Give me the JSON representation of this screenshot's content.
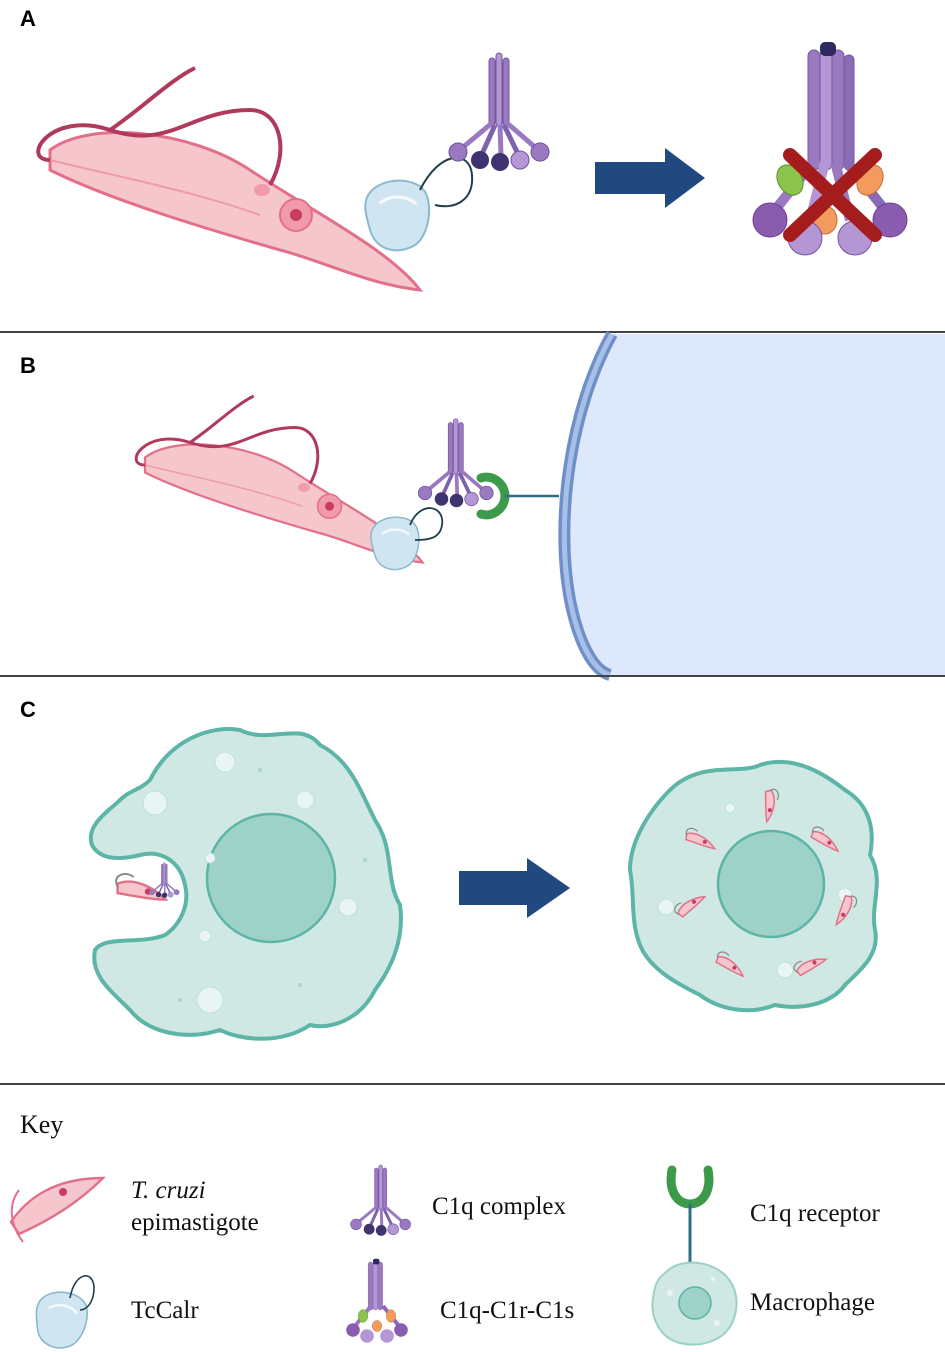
{
  "panels": {
    "a": {
      "letter": "A"
    },
    "b": {
      "letter": "B"
    },
    "c": {
      "letter": "C"
    }
  },
  "key": {
    "title": "Key",
    "items": [
      {
        "label_line1": "T. cruzi",
        "label_line2": "epimastigote",
        "icon": "trypanosome-icon"
      },
      {
        "label": "C1q complex",
        "icon": "c1q-complex-icon"
      },
      {
        "label": "C1q receptor",
        "icon": "c1q-receptor-icon"
      },
      {
        "label": "TcCalr",
        "icon": "tccalr-icon"
      },
      {
        "label": "C1q-C1r-C1s",
        "icon": "c1q-c1r-c1s-icon"
      },
      {
        "label": "Macrophage",
        "icon": "macrophage-icon"
      }
    ]
  },
  "colors": {
    "parasite_fill": "#f5c6cc",
    "parasite_stroke": "#e2708a",
    "flagellum": "#b03a5b",
    "c1q_purple": "#9b79c0",
    "c1q_dark": "#3f3470",
    "tccalr_fill": "#cfe6f2",
    "receptor_green": "#3c9a4a",
    "receptor_stem": "#2f6e86",
    "macrophage_fill": "#cfe8e3",
    "macrophage_stroke": "#5cb5a6",
    "arrow_blue": "#22497f",
    "cross_red": "#a51c1c",
    "c1r_green": "#8cc34a",
    "c1s_orange": "#f39a5e",
    "divider": "#444444"
  }
}
